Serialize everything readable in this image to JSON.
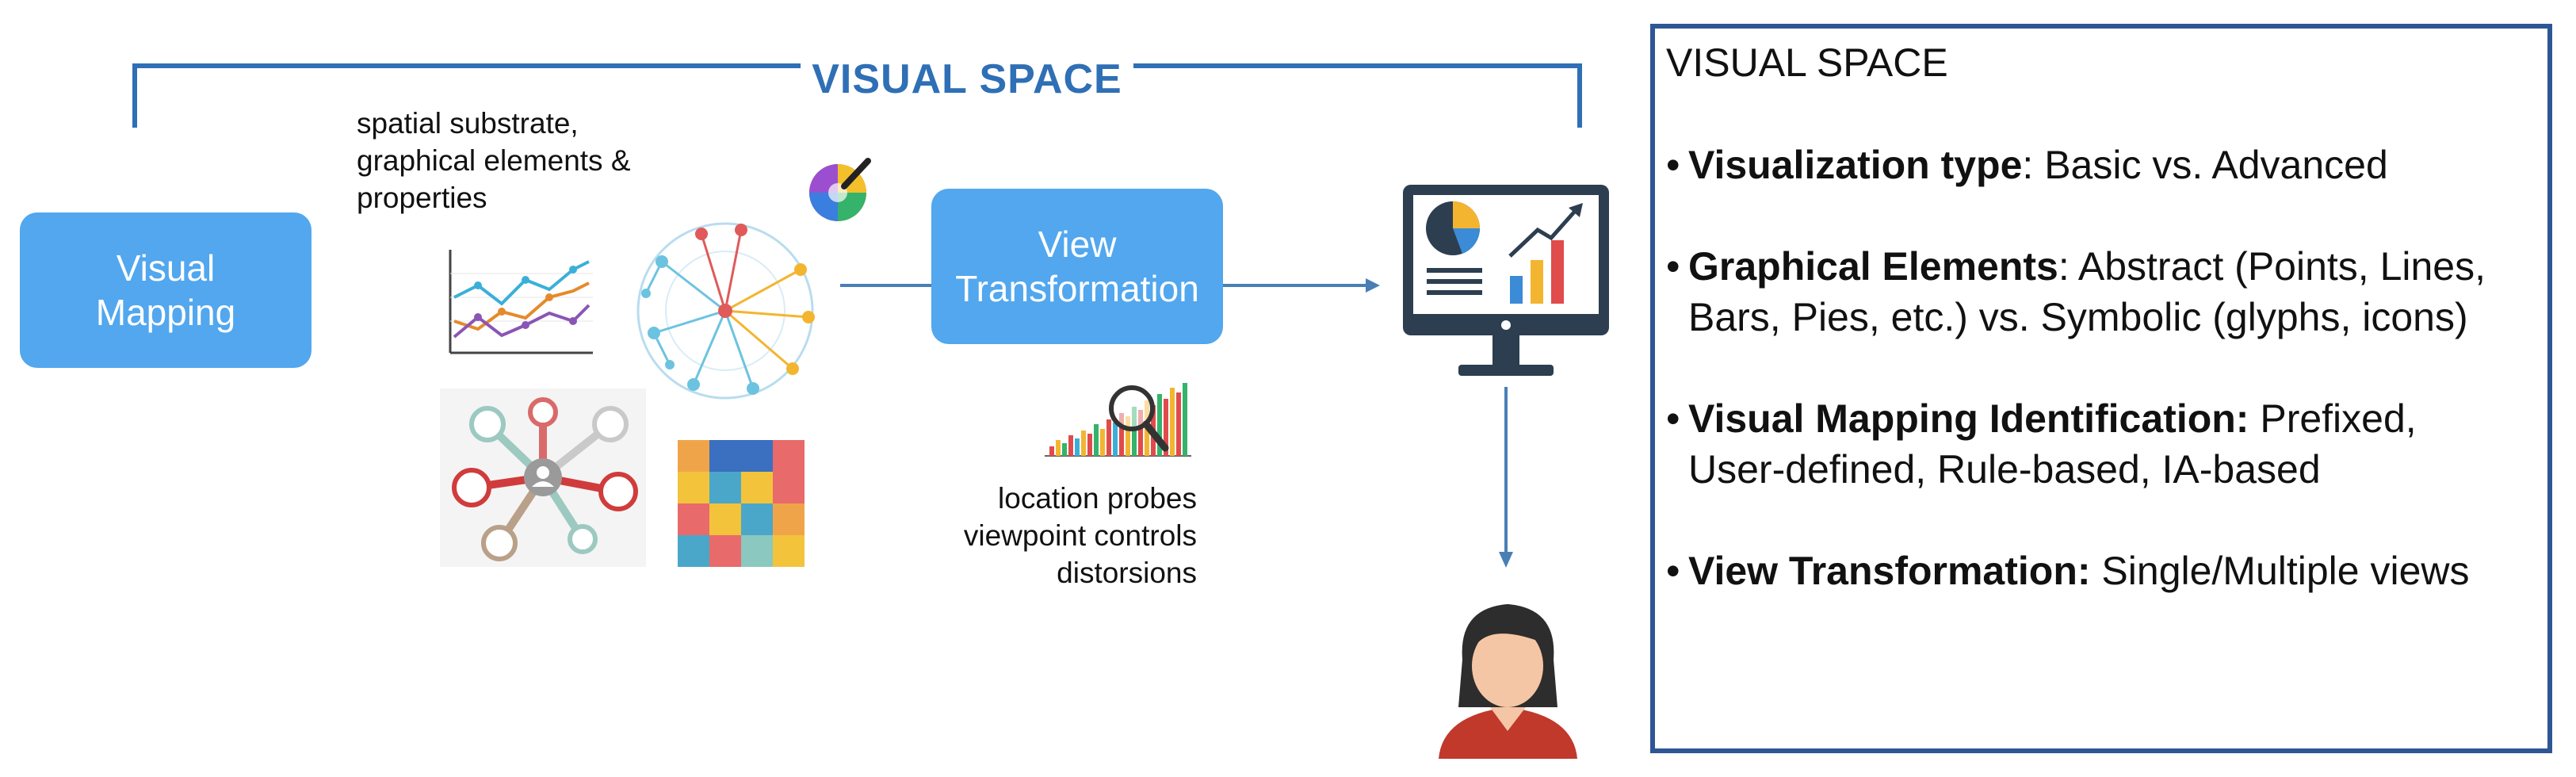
{
  "diagram": {
    "header": "VISUAL SPACE",
    "visual_mapping_box": {
      "line1": "Visual",
      "line2": "Mapping"
    },
    "view_transformation_box": {
      "line1": "View",
      "line2": "Transformation"
    },
    "substrate_caption": [
      "spatial substrate,",
      "graphical elements &",
      "properties"
    ],
    "probes_caption": [
      "location probes",
      "viewpoint controls",
      "distorsions"
    ],
    "icons": [
      "line-chart-icon",
      "radial-network-icon",
      "color-picker-icon",
      "mind-map-icon",
      "heatmap-icon",
      "magnifier-chart-icon",
      "monitor-dashboard-icon",
      "user-avatar-icon"
    ],
    "colors": {
      "accent": "#2f6fb5",
      "button": "#52a7ee",
      "panel_border": "#2e5694"
    }
  },
  "panel": {
    "title": "VISUAL SPACE",
    "bullets": [
      {
        "bold": "Visualization type",
        "rest": ": Basic vs. Advanced",
        "line2": ""
      },
      {
        "bold": "Graphical Elements",
        "rest": ": Abstract (Points, Lines,",
        "line2": "Bars, Pies, etc.) vs. Symbolic (glyphs, icons)"
      },
      {
        "bold": "Visual Mapping Identification:",
        "rest": " Prefixed,",
        "line2": "User-defined, Rule-based, IA-based"
      },
      {
        "bold": "View Transformation:",
        "rest": " Single/Multiple views",
        "line2": ""
      }
    ]
  }
}
